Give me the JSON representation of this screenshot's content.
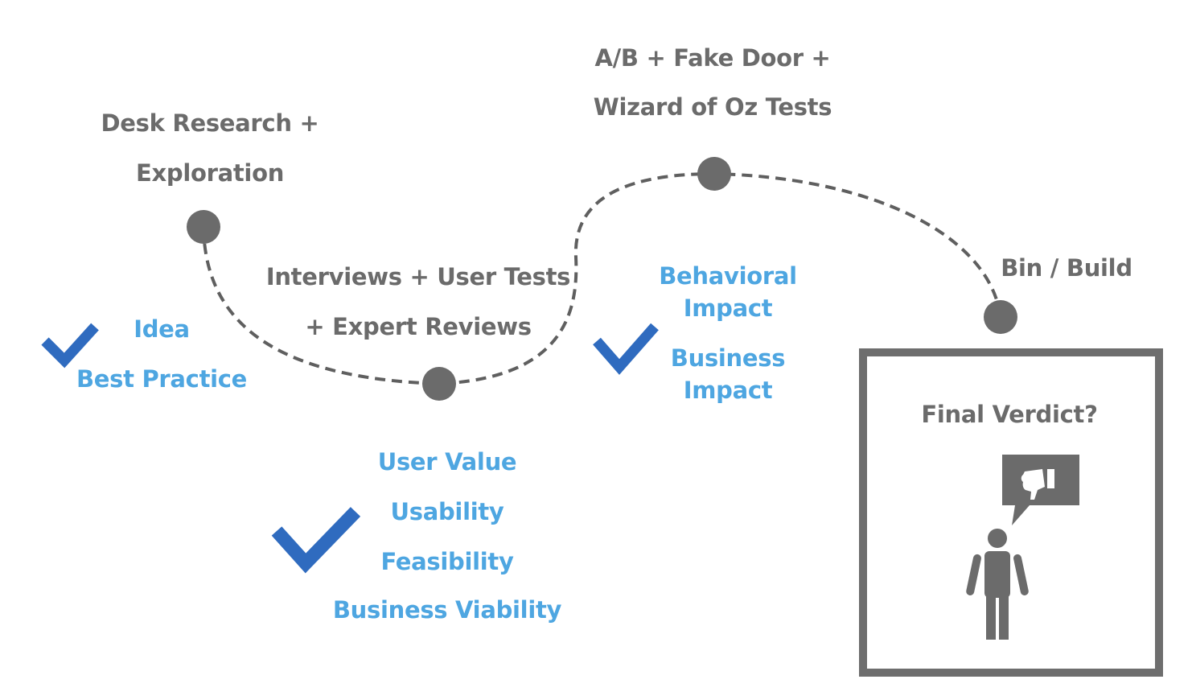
{
  "stages": [
    {
      "id": "desk",
      "lines": [
        "Desk Research +",
        "Exploration"
      ]
    },
    {
      "id": "interviews",
      "lines": [
        "Interviews + User Tests",
        "+ Expert Reviews"
      ]
    },
    {
      "id": "ab",
      "lines": [
        "A/B + Fake Door +",
        "Wizard of Oz Tests"
      ]
    },
    {
      "id": "bin",
      "lines": [
        "Bin / Build"
      ]
    }
  ],
  "validations": {
    "desk": [
      "Idea",
      "Best Practice"
    ],
    "interviews": [
      "User Value",
      "Usability",
      "Feasibility",
      "Business Viability"
    ],
    "ab": [
      "Behavioral",
      "Impact",
      "Business",
      "Impact"
    ]
  },
  "verdict": {
    "title": "Final Verdict?"
  },
  "icons": {
    "checkmark": "checkmark-icon",
    "thumbs_down": "thumbs-down-icon",
    "speech_bubble": "speech-bubble-icon",
    "person": "person-icon"
  },
  "colors": {
    "path": "#5f5f5f",
    "node": "#6b6b6b",
    "label_gray": "#6b6b6b",
    "label_blue": "#4ea6e1",
    "check_blue": "#2f6bbf",
    "verdict_frame": "#6e6e6e"
  }
}
